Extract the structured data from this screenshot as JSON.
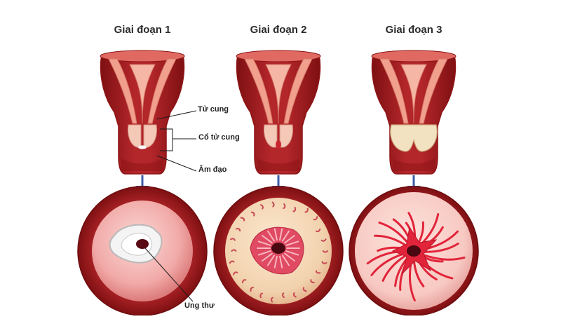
{
  "stages": [
    {
      "title": "Giai đoạn 1"
    },
    {
      "title": "Giai đoạn 2"
    },
    {
      "title": "Giai đoạn 3"
    }
  ],
  "labels": {
    "uterus": "Tử cung",
    "cervix": "Cổ tử cung",
    "vagina": "Âm đạo",
    "cancer": "Ung thư"
  },
  "colors": {
    "tissue_dark": "#8e1416",
    "tissue": "#b3262a",
    "tissue_light": "#e06a62",
    "cavity": "#f2a08e",
    "cervix_pink": "#f5c9b8",
    "cervix_pale": "#f2e2c2",
    "tumor": "#e2243a",
    "arrow": "#3f5ca8"
  }
}
